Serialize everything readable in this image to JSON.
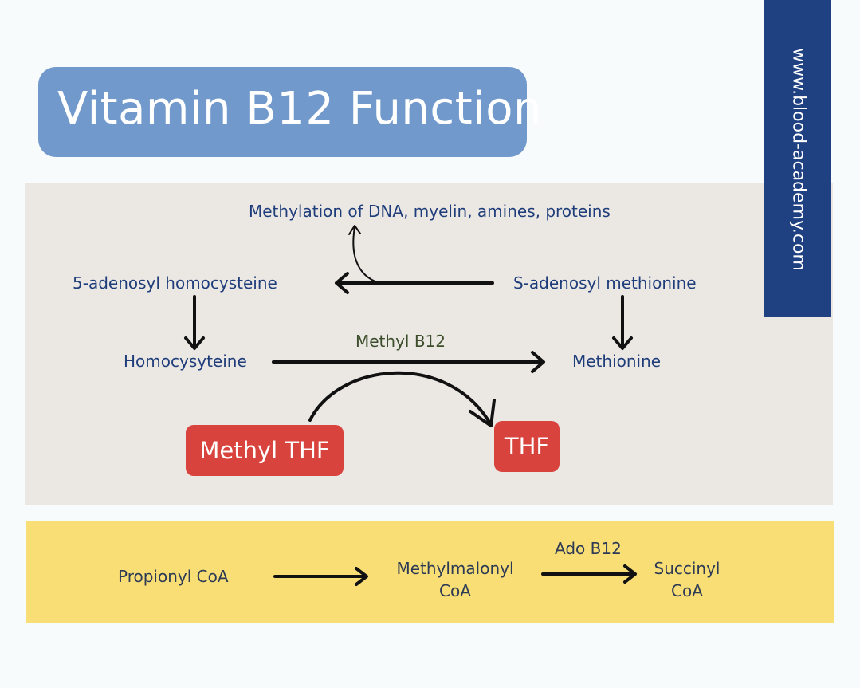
{
  "title": "Vitamin B12 Function",
  "side_label": "www.blood-academy.com",
  "cycle": {
    "methylation": "Methylation of DNA, myelin, amines, proteins",
    "adenosyl_homocysteine": "5-adenosyl homocysteine",
    "s_adenosyl_methionine": "S-adenosyl methionine",
    "homocysteine": "Homocysyteine",
    "methionine": "Methionine",
    "methyl_b12": "Methyl B12",
    "methyl_thf": "Methyl THF",
    "thf": "THF"
  },
  "propionate": {
    "propionyl_coa": "Propionyl CoA",
    "methylmalonyl_line1": "Methylmalonyl",
    "methylmalonyl_line2": "CoA",
    "ado_b12": "Ado B12",
    "succinyl_line1": "Succinyl",
    "succinyl_line2": "CoA"
  },
  "colors": {
    "title_bg": "#7199cb",
    "side_band": "#1f4081",
    "grey_panel": "#ebe8e4",
    "yellow_panel": "#f8de75",
    "red_box": "#d9433d",
    "text_blue": "#1f3d7a"
  }
}
